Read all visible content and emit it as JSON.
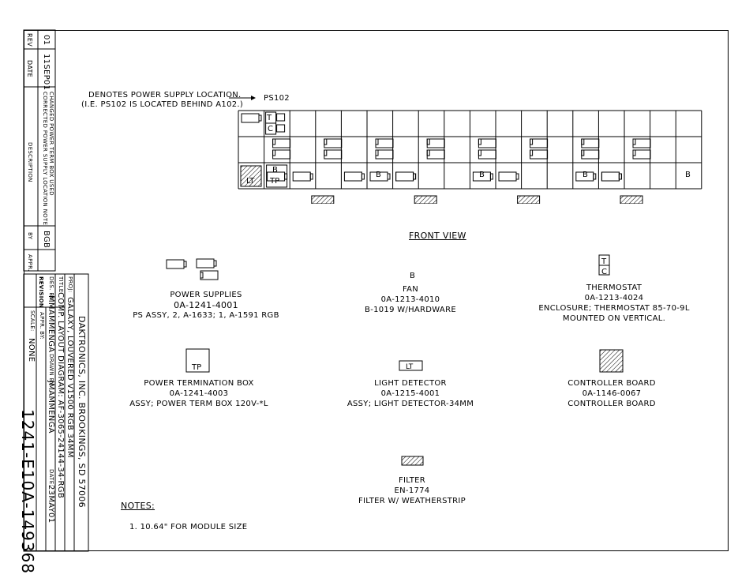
{
  "revision_block": {
    "rev_header": "REV",
    "date_header": "DATE",
    "description_header": "DESCRIPTION",
    "by_header": "BY",
    "appr_header": "APPR.",
    "rev": "01",
    "date": "11SEP01",
    "description_line1": "CORRECTED POWER SUPPLY LOCATION NOTE",
    "description_line2": "CHANGED POWER TERM BOX USED",
    "by": "BGB"
  },
  "title_block": {
    "company": "DAKTRONICS, INC.  BROOKINGS, SD 57006",
    "proj_label": "PROJ:",
    "proj": "GALAXY, LOUVERED V1500 RGB 34MM",
    "title_label": "TITLE:",
    "title": "COMP. LAYOUT DIAGRAM: AF-3065-24144-34-RGB",
    "des_label": "DES. BY:",
    "des": "MMAMMENGA",
    "drawn_label": "DRAWN BY:",
    "drawn": "JMAMMENGA",
    "date_label": "DATE:",
    "date": "23MAY01",
    "revision_label": "REVISION",
    "appr_label": "APPR. BY:",
    "scale_label": "SCALE:",
    "scale": "NONE",
    "drawing_number": "1241-E10A-149368"
  },
  "legend_note": {
    "line1": "DENOTES POWER SUPPLY LOCATION.",
    "line2": "(I.E. PS102 IS LOCATED BEHIND A102.)",
    "ref": "PS102"
  },
  "grid": {
    "cell_lt": "LT",
    "cell_b": "B",
    "cell_tp": "TP",
    "cell_t": "T",
    "cell_c": "C"
  },
  "front_view": "FRONT VIEW",
  "components": {
    "power_supplies": {
      "name": "POWER SUPPLIES",
      "part": "0A-1241-4001",
      "desc": "PS ASSY, 2, A-1633; 1, A-1591 RGB"
    },
    "fan": {
      "symbol": "B",
      "name": "FAN",
      "part": "0A-1213-4010",
      "desc": "B-1019 W/HARDWARE"
    },
    "thermostat": {
      "symbol_t": "T",
      "symbol_c": "C",
      "name": "THERMOSTAT",
      "part": "0A-1213-4024",
      "desc": "ENCLOSURE; THERMOSTAT 85-70-9L",
      "desc2": "MOUNTED ON VERTICAL."
    },
    "power_term": {
      "symbol": "TP",
      "name": "POWER TERMINATION BOX",
      "part": "0A-1241-4003",
      "desc": "ASSY; POWER TERM BOX 120V-*L"
    },
    "light_detector": {
      "symbol": "LT",
      "name": "LIGHT DETECTOR",
      "part": "0A-1215-4001",
      "desc": "ASSY; LIGHT DETECTOR-34MM"
    },
    "controller": {
      "name": "CONTROLLER BOARD",
      "part": "0A-1146-0067",
      "desc": "CONTROLLER BOARD"
    },
    "filter": {
      "name": "FILTER",
      "part": "EN-1774",
      "desc": "FILTER W/ WEATHERSTRIP"
    }
  },
  "notes": {
    "heading": "NOTES:",
    "item1": "1.   10.64\" FOR MODULE SIZE"
  }
}
